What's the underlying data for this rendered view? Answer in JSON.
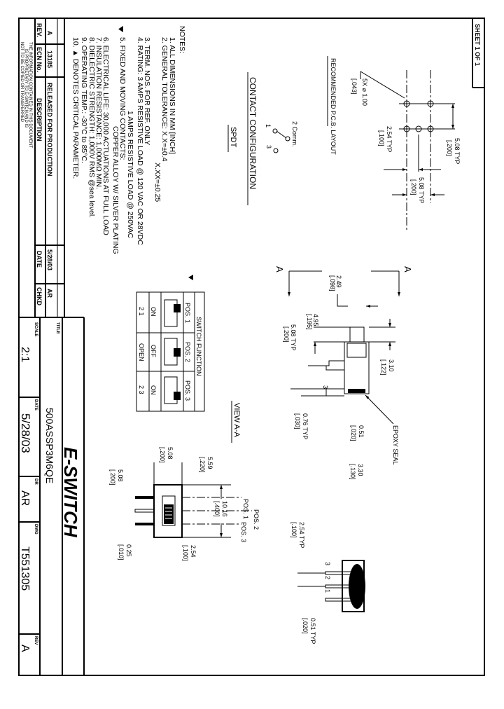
{
  "sheet": "SHEET 1 OF 1",
  "notes": {
    "heading": "NOTES:",
    "lines": [
      "1. ALL DIMENSIONS IN MM [INCH]",
      "2. GENERAL TOLERANCE: X.X=±0.4",
      "X.XX=±0.25",
      "3. TERM. NOS. FOR REF. ONLY",
      "4. RATING: 3 AMPS RESISTIVE LOAD @ 120 VAC OR 28VDC",
      "1 AMPS RESISTIVE LOAD @ 250VAC",
      "5. FIXED AND MOVING CONTACTS:",
      "COPPER ALLOY W/ SILVER PLATING",
      "6. ELECTRICAL LIFE: 30,000 ACTUATIONS AT FULL LOAD",
      "7. INSULATION RESISTANCE: 1,000MΩ MIN.",
      "8. DIELECTRIC STRENGTH: 1,000V RMS @sea level.",
      "9. OPERATING TEMP.: -30°C to 85°C.",
      "10. ▲ DENOTES CRITICAL PARAMETER."
    ]
  },
  "revision": {
    "headers": [
      "REV.",
      "ECN No.",
      "DESCRIPTION",
      "DATE",
      "CHKD"
    ],
    "row": [
      "A",
      "13185",
      "RELEASED FOR PRODUCTION",
      "5/28/03",
      "AR"
    ],
    "disclaimer": [
      "THE INFORMATION CONTAINED IN THIS DOCUMENT",
      "IS PROPRIETARY TO E-SWITCH AND IS",
      "NOT TO BE COPIED OR TRANSFERRED"
    ]
  },
  "title_block": {
    "logo": "E-SWITCH",
    "title_label": "TITLE",
    "title": "500ASSP3M6QE",
    "scale_label": "SCALE",
    "scale": "2:1",
    "date_label": "DATE",
    "date": "5/28/03",
    "dr_label": "DR",
    "dr": "AR",
    "dwg_label": "DWG",
    "dwg": "T551305",
    "rev_label": "REV",
    "rev": "A"
  },
  "pcb": {
    "title": "RECOMMENDED P.C.B. LAYOUT",
    "hole": [
      "5X ⌀ 1.00",
      "[.043]"
    ],
    "pitch_v": [
      "5.08 TYP",
      "[.200]"
    ],
    "pitch_small": [
      "2.54 TYP",
      "[.100]"
    ],
    "pitch_h": [
      "5.08 TYP",
      "[.200]"
    ]
  },
  "contact": {
    "title": "CONTACT CONFIGURATION",
    "type": "SPDT",
    "comm": "2 Comm.",
    "t1": "1",
    "t3": "3"
  },
  "section": {
    "marker": "A",
    "view_label": "VIEW A-A",
    "epoxy": "EPOXY SEAL",
    "terminal": "3",
    "dims": {
      "d249": [
        "2.49",
        "[.098]"
      ],
      "d495": [
        "4.95",
        "[.195]"
      ],
      "d508": [
        "5.08 TYP",
        "[.200]"
      ],
      "d310": [
        "3.10",
        "[.122]"
      ],
      "d076": [
        "0.76 TYP",
        "[.030]"
      ],
      "d051": [
        "0.51",
        "[.020]"
      ],
      "d330": [
        "3.30",
        "[.130]"
      ]
    }
  },
  "switch_function": {
    "title": "SWITCH FUNCTION",
    "positions": [
      {
        "pos": "POS. 1",
        "state": "ON",
        "terms": "2 1"
      },
      {
        "pos": "POS. 2",
        "state": "OFF",
        "terms": "OPEN"
      },
      {
        "pos": "POS. 3",
        "state": "ON",
        "terms": "2 3"
      }
    ]
  },
  "front_view": {
    "pos1": "POS. 1",
    "pos2": "POS. 2",
    "pos3": "POS. 3",
    "d508a": [
      "5.08",
      "[.200]"
    ],
    "d559": [
      "5.59",
      "[.220]"
    ],
    "d1016": [
      "10.16",
      "[.400]"
    ],
    "d508b": [
      "5.08",
      "[.200]"
    ],
    "d025": [
      "0.25",
      "[.010]"
    ],
    "d254": [
      "2.54",
      "[.100]"
    ]
  },
  "bottom_view": {
    "t3": "3",
    "t2": "2",
    "t1": "1",
    "d254": [
      "2.54 TYP",
      "[.100]"
    ],
    "d051": [
      "0.51 TYP",
      "[.020]"
    ]
  }
}
